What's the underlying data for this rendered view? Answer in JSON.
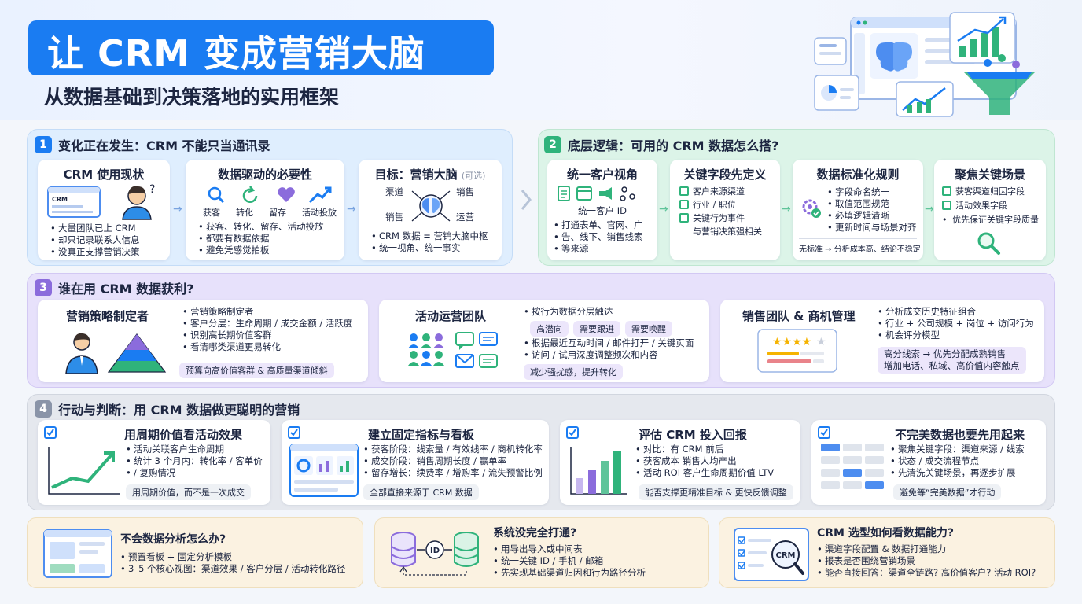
{
  "header": {
    "title": "让 CRM 变成营销大脑",
    "subtitle": "从数据基础到决策落地的实用框架"
  },
  "colors": {
    "blue": "#1a7cf2",
    "green": "#2fb37b",
    "purple": "#8b6cdc",
    "gray": "#8a94a8"
  },
  "s1": {
    "num": "1",
    "title": "变化正在发生：CRM 不能只当通讯录",
    "c1": {
      "title": "CRM 使用现状",
      "screen_label": "CRM",
      "items": [
        "大量团队已上 CRM",
        "却只记录联系人信息",
        "没真正支撑营销决策"
      ]
    },
    "c2": {
      "title": "数据驱动的必要性",
      "labels": [
        "获客",
        "转化",
        "留存",
        "活动投放"
      ],
      "items": [
        "获客、转化、留存、活动投放",
        "都要有数据依据",
        "避免凭感觉拍板"
      ]
    },
    "c3": {
      "title": "目标：营销大脑",
      "title_sub": "(可选)",
      "nodes": [
        "渠道",
        "销售",
        "销售",
        "运营"
      ],
      "items": [
        "CRM 数据 = 营销大脑中枢",
        "统一视角、统一事实"
      ]
    }
  },
  "s2": {
    "num": "2",
    "title": "底层逻辑：可用的 CRM 数据怎么搭?",
    "c1": {
      "title": "统一客户视角",
      "caption": "统一客户 ID",
      "items": [
        "打通表单、官网、广",
        "告、线下、销售线索",
        "等来源"
      ]
    },
    "c2": {
      "title": "关键字段先定义",
      "tags": [
        "客户来源渠道",
        "行业 / 职位",
        "关键行为事件",
        "与营销决策强相关"
      ]
    },
    "c3": {
      "title": "数据标准化规则",
      "items": [
        "字段命名统一",
        "取值范围规范",
        "必填逻辑清晰",
        "更新时间与场景对齐"
      ],
      "note": "无标准 → 分析成本高、结论不稳定"
    },
    "c4": {
      "title": "聚焦关键场景",
      "tags": [
        "获客渠道归因字段",
        "活动效果字段",
        "优先保证关键字段质量"
      ]
    }
  },
  "s3": {
    "num": "3",
    "title": "谁在用 CRM 数据获利?",
    "c1": {
      "title": "营销策略制定者",
      "items": [
        "营销策略制定者",
        "客户分层：生命周期 / 成交金额 / 活跃度",
        "识别高长期价值客群",
        "看清哪类渠道更易转化"
      ],
      "pill": "预算向高价值客群 & 高质量渠道倾斜"
    },
    "c2": {
      "title": "活动运营团队",
      "items": [
        "按行为数据分层触达"
      ],
      "pills": [
        "高潜向",
        "需要跟进",
        "需要唤醒"
      ],
      "items2": [
        "根据最近互动时间 / 邮件打开 / 关键页面",
        "访问 / 试用深度调整频次和内容"
      ],
      "pill": "减少骚扰感，提升转化"
    },
    "c3": {
      "title": "销售团队 & 商机管理",
      "items": [
        "分析成交历史特征组合",
        "行业 + 公司规模 + 岗位 + 访问行为",
        "机会评分模型"
      ],
      "box": [
        "高分线索 → 优先分配成熟销售",
        "增加电话、私域、高价值内容触点"
      ]
    }
  },
  "s4": {
    "num": "4",
    "title": "行动与判断：用 CRM 数据做更聪明的营销",
    "c1": {
      "title": "用周期价值看活动效果",
      "items": [
        "活动关联客户生命周期",
        "统计 3 个月内：转化率 / 客单价",
        "/ 复购情况"
      ],
      "pill": "用周期价值，而不是一次成交"
    },
    "c2": {
      "title": "建立固定指标与看板",
      "items": [
        "获客阶段：线索量 / 有效线率 / 商机转化率",
        "成交阶段：销售周期长度 / 赢单率",
        "留存增长：续费率 / 增购率 / 流失预警比例"
      ],
      "pill": "全部直接来源于 CRM 数据"
    },
    "c3": {
      "title": "评估 CRM 投入回报",
      "items": [
        "对比：有 CRM 前后",
        "获客成本   销售人均产出",
        "活动 ROI   客户生命周期价值 LTV"
      ],
      "pill": "能否支撑更精准目标 & 更快反馈调整"
    },
    "c4": {
      "title": "不完美数据也要先用起来",
      "items": [
        "聚焦关键字段：渠道来源 / 线索",
        "状态 / 成交流程节点",
        "先清洗关键场景，再逐步扩展"
      ],
      "pill": "避免等“完美数据”才行动"
    }
  },
  "bottom": {
    "b1": {
      "title": "不会数据分析怎么办?",
      "items": [
        "预置看板 + 固定分析模板",
        "3–5 个核心视图：渠道效果 / 客户分层 / 活动转化路径"
      ]
    },
    "b2": {
      "title": "系统没完全打通?",
      "badge": "ID",
      "items": [
        "用导出导入或中间表",
        "统一关键 ID / 手机 / 邮箱",
        "先实现基础渠道归因和行为路径分析"
      ]
    },
    "b3": {
      "title": "CRM 选型如何看数据能力?",
      "badge": "CRM",
      "items": [
        "渠道字段配置 & 数据打通能力",
        "报表是否围绕营销场景",
        "能否直接回答：渠道全链路? 高价值客户? 活动 ROI?"
      ]
    }
  }
}
